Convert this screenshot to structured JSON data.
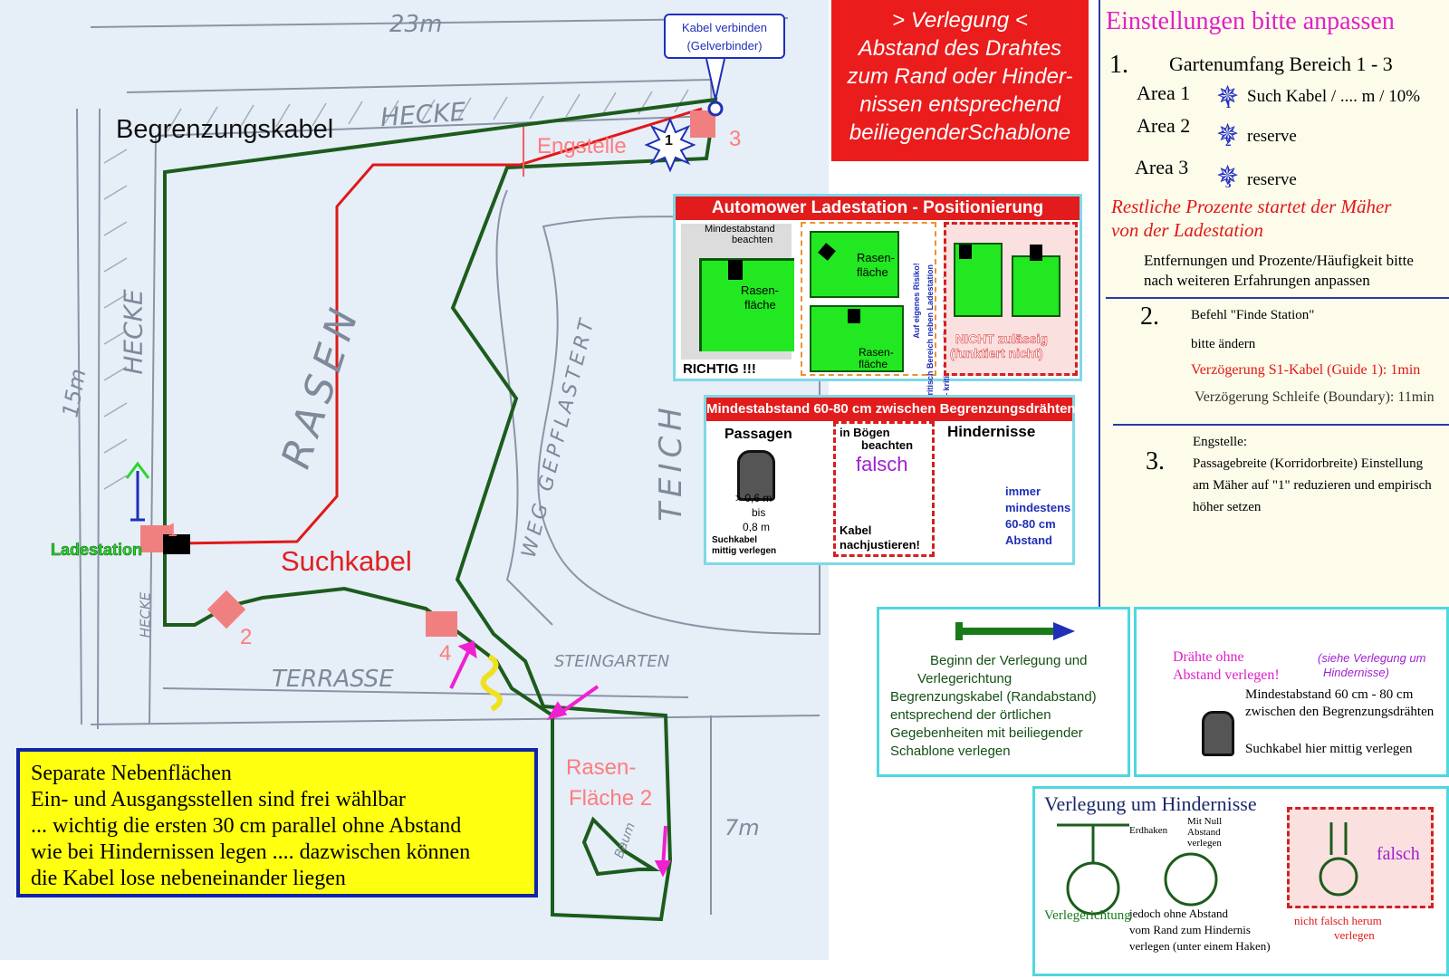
{
  "plan": {
    "width_label": "23m",
    "height_label": "15m",
    "hedge_top": "HECKE",
    "hedge_left": "HECKE",
    "hedge_small": "HECKE",
    "lawn": "RASEN",
    "path": "WEG GEPFLASTERT",
    "pond": "TEICH",
    "terrace": "TERRASSE",
    "rock_garden": "STEINGARTEN",
    "lawn2_height": "7m",
    "tree": "Baum",
    "boundary_label": "Begrenzungskabel",
    "guide_label": "Suchkabel",
    "station_label": "Ladestation",
    "narrow_label": "Engstelle",
    "lawn2_label_1": "Rasen-",
    "lawn2_label_2": "Fläche 2",
    "corner_1": "1",
    "corner_2": "2",
    "corner_3": "3",
    "corner_4": "4",
    "star_1": "1",
    "connect_callout_1": "Kabel verbinden",
    "connect_callout_2": "(Gelverbinder)"
  },
  "banner": {
    "line1": "> Verlegung <",
    "line2": "Abstand des Drahtes",
    "line3": "zum Rand oder Hinder-",
    "line4": "nissen entsprechend",
    "line5": "beiliegenderSchablone"
  },
  "settings": {
    "title": "Einstellungen bitte anpassen",
    "n1": "1.",
    "garden_scope": "Gartenumfang Bereich 1 - 3",
    "area1": "Area 1",
    "area1_value": "Such Kabel / .... m / 10%",
    "area2": "Area 2",
    "area2_value": "reserve",
    "area3": "Area 3",
    "area3_value": "reserve",
    "star1": "1",
    "star2": "2",
    "star3": "3",
    "rest_1": "Restliche Prozente  startet der Mäher",
    "rest_2": "von der Ladestation",
    "adjust_1": "Entfernungen und Prozente/Häufigkeit bitte",
    "adjust_2": "nach weiteren Erfahrungen anpassen",
    "n2": "2.",
    "cmd_1": "Befehl \"Finde Station\"",
    "cmd_2": "bitte ändern",
    "delay_guide": "Verzögerung S1-Kabel (Guide 1): 1min",
    "delay_loop": "Verzögerung Schleife (Boundary): 11min",
    "n3": "3.",
    "narrow_1": "Engstelle:",
    "narrow_2": "Passagebreite (Korridorbreite) Einstellung",
    "narrow_3": "am Mäher auf \"1\" reduzieren und empirisch",
    "narrow_4": "höher setzen"
  },
  "automower": {
    "title": "Automower Ladestation - Positionierung",
    "min_dist_1": "Mindestabstand",
    "min_dist_2": "beachten",
    "rasen_1": "Rasen-",
    "rasen_2": "fläche",
    "rasen_b1": "Rasen-",
    "rasen_b2": "fläche",
    "rasen_c1": "Rasen-",
    "rasen_c2": "fläche",
    "correct": "RICHTIG !!!",
    "risk_1": "Auf eigenes Risiko!",
    "risk_2": "- kritisch zuverlässiges Andocken",
    "risk_3": "- kritisch Bereich neben Ladestation",
    "not_allowed_1": "NICHT zulässig",
    "not_allowed_2": "(funktiert nicht)"
  },
  "mindest": {
    "title": "Mindestabstand 60-80 cm zwischen Begrenzungsdrähten",
    "passagen": "Passagen",
    "dist_1": "> 0,6 m",
    "dist_2": "bis",
    "dist_3": "0,8 m",
    "guide_1": "Suchkabel",
    "guide_2": "mittig verlegen",
    "bends_1": "in Bögen",
    "bends_2": "beachten",
    "wrong": "falsch",
    "cable_1": "Kabel",
    "cable_2": "nachjustieren!",
    "obstacles": "Hindernisse",
    "always_1": "immer",
    "always_2": "mindestens",
    "always_3": "60-80 cm",
    "always_4": "Abstand"
  },
  "legend": {
    "line1": "Beginn der Verlegung und",
    "line2": "Verlegerichtung",
    "line3": "Begrenzungskabel (Randabstand)",
    "line4": "entsprechend der örtlichen",
    "line5": "Gegebenheiten mit beiliegender",
    "line6": "Schablone verlegen"
  },
  "wires": {
    "no_gap_1": "Drähte ohne",
    "no_gap_2": "Abstand verlegen!",
    "see_1": "(siehe Verlegung um",
    "see_2": "Hindernisse)",
    "min_1": "Mindestabstand 60 cm - 80 cm",
    "min_2": "zwischen den Begrenzungsdrähten",
    "guide": "Suchkabel hier mittig verlegen"
  },
  "obstacles": {
    "title": "Verlegung um Hindernisse",
    "direction": "Verlegerichtung",
    "earth_hook": "Erdhaken",
    "zero_1": "Mit Null",
    "zero_2": "Abstand",
    "zero_3": "verlegen",
    "no_gap_1": "jedoch ohne Abstand",
    "no_gap_2": "vom Rand zum Hindernis",
    "no_gap_3": "verlegen (unter einem Haken)",
    "wrong": "falsch",
    "wrong_dir_1": "nicht falsch herum",
    "wrong_dir_2": "verlegen"
  },
  "note": {
    "line1": "Separate Nebenflächen",
    "line2": "Ein- und Ausgangsstellen sind frei wählbar",
    "line3": " ... wichtig die ersten 30 cm parallel ohne Abstand",
    "line4": "wie bei Hindernissen legen  .... dazwischen können",
    "line5": "die Kabel lose nebeneinander liegen"
  },
  "colors": {
    "boundary": "#1c5c1c",
    "guide": "#e01818",
    "banner": "#ea1c1c",
    "accent_blue": "#1f2fb8",
    "station_green": "#2ad62a",
    "note_bg": "#ffff10"
  }
}
